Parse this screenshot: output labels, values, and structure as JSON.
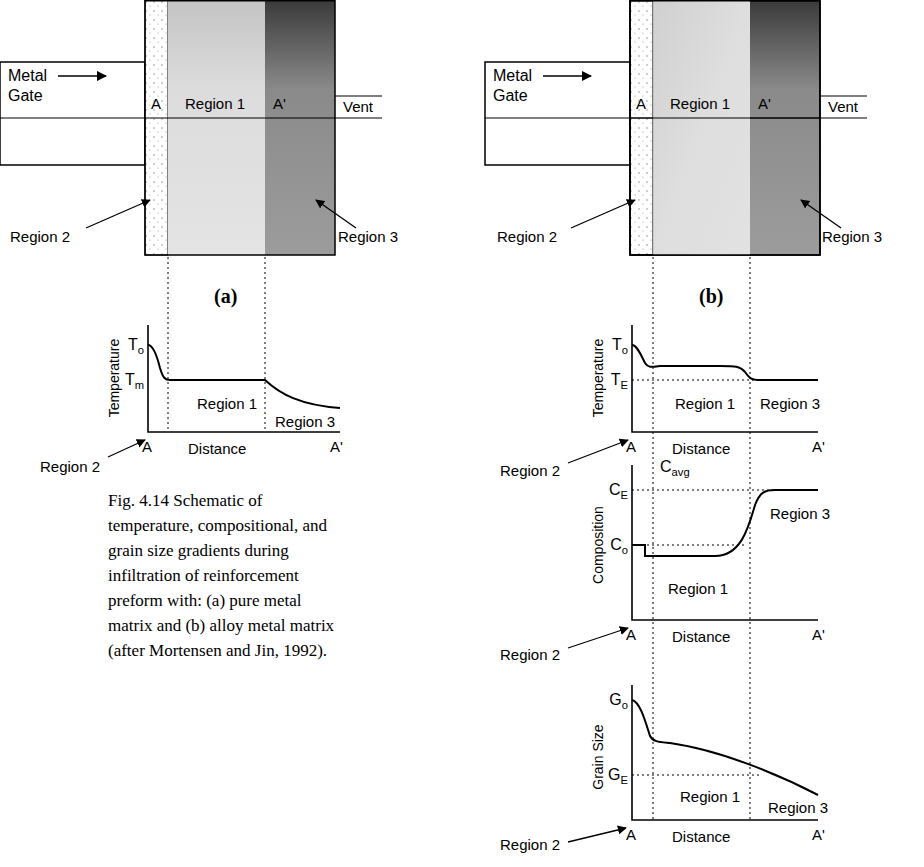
{
  "diagram": {
    "caption": "Fig. 4.14 Schematic of temperature, compositional, and grain size gradients during infiltration of reinforcement preform with: (a) pure metal matrix and (b) alloy metal matrix (after Mortensen and Jin, 1992).",
    "nodes": [
      {
        "text": [
          "Metal Gate"
        ]
      },
      {
        "text": [
          "A"
        ]
      },
      {
        "text": [
          "Region 1"
        ]
      },
      {
        "text": [
          "A'"
        ]
      },
      {
        "text": [
          "Metal Gate"
        ]
      },
      {
        "text": [
          "A"
        ]
      },
      {
        "text": [
          "Region 1"
        ]
      },
      {
        "text": [
          "A'"
        ]
      }
    ],
    "labels": [
      "Vent",
      "Region 2",
      "Region 3",
      "(a)",
      "To",
      "Tm",
      "Temperature",
      "Region 1",
      "Region 3",
      "A",
      "A'",
      "Distance",
      "Region 2",
      "Vent",
      "Region 2",
      "Region 3",
      "(b)",
      "To",
      "TE",
      "Temperature",
      "Region 1",
      "Region 3",
      "A",
      "A'",
      "Distance",
      "Region 2",
      "Cavg",
      "CE",
      "Co",
      "Composition",
      "Region 3",
      "Region 1",
      "A",
      "A'",
      "Distance",
      "Region 2",
      "Go",
      "GE",
      "Grain Size",
      "Region 1",
      "Region 3",
      "A",
      "A'",
      "Distance",
      "Region 2"
    ]
  }
}
